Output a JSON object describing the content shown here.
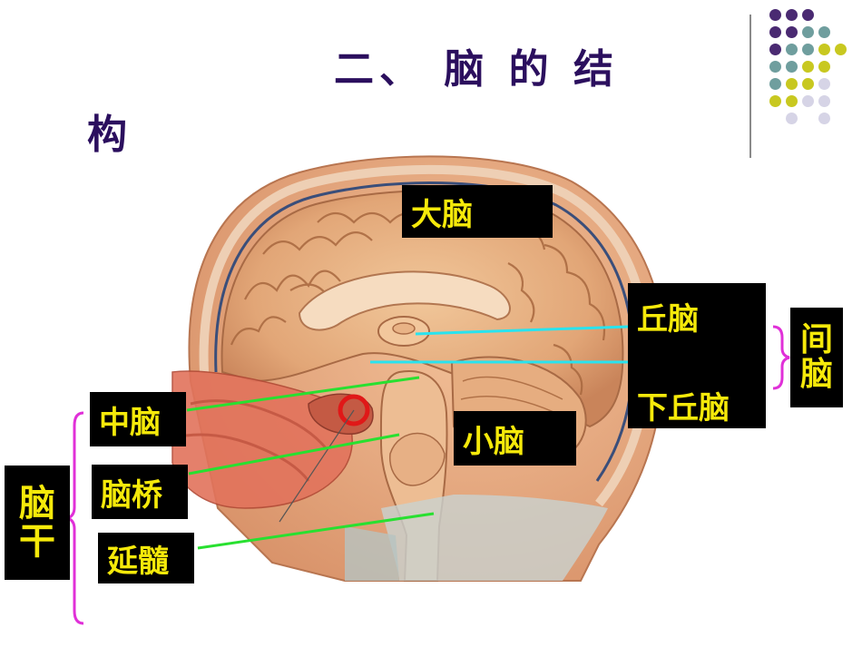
{
  "title": {
    "line1": "二、 脑 的 结",
    "line2": "构"
  },
  "colors": {
    "title": "#2b0f5e",
    "label_bg": "#000000",
    "label_text": "#f5e90a",
    "cyan_line": "#29e3ee",
    "green_line": "#28e030",
    "bracket": "#e030d8",
    "dot_purple": "#4a2a72",
    "dot_teal": "#6f9e9e",
    "dot_olive": "#c8c820",
    "dot_lavender": "#d6d4e6"
  },
  "labels": {
    "cerebrum": "大脑",
    "thalamus": "丘脑",
    "hypothalamus": "下丘脑",
    "diencephalon": [
      "间",
      "脑"
    ],
    "cerebellum": "小脑",
    "midbrain": "中脑",
    "pons": "脑桥",
    "medulla": "延髓",
    "brainstem": [
      "脑",
      "干"
    ]
  },
  "icons": {
    "target_marker": "red-ring-icon"
  }
}
